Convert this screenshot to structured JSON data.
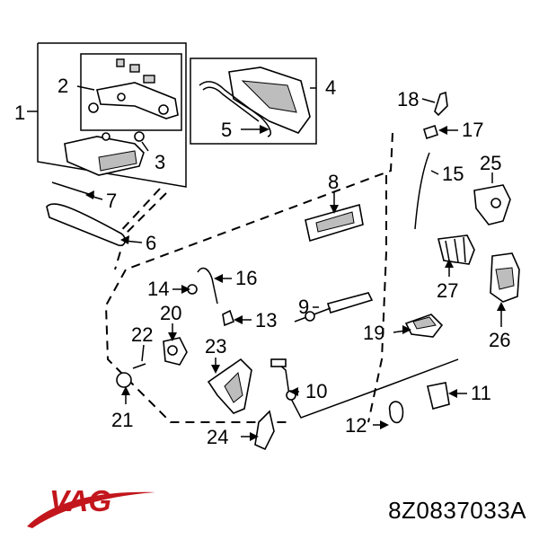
{
  "callouts": [
    {
      "id": "1",
      "label": "1"
    },
    {
      "id": "2",
      "label": "2"
    },
    {
      "id": "3",
      "label": "3"
    },
    {
      "id": "4",
      "label": "4"
    },
    {
      "id": "5",
      "label": "5"
    },
    {
      "id": "6",
      "label": "6"
    },
    {
      "id": "7",
      "label": "7"
    },
    {
      "id": "8",
      "label": "8"
    },
    {
      "id": "9",
      "label": "9"
    },
    {
      "id": "10",
      "label": "10"
    },
    {
      "id": "11",
      "label": "11"
    },
    {
      "id": "12",
      "label": "12"
    },
    {
      "id": "13",
      "label": "13"
    },
    {
      "id": "14",
      "label": "14"
    },
    {
      "id": "15",
      "label": "15"
    },
    {
      "id": "16",
      "label": "16"
    },
    {
      "id": "17",
      "label": "17"
    },
    {
      "id": "18",
      "label": "18"
    },
    {
      "id": "19",
      "label": "19"
    },
    {
      "id": "20",
      "label": "20"
    },
    {
      "id": "21",
      "label": "21"
    },
    {
      "id": "22",
      "label": "22"
    },
    {
      "id": "23",
      "label": "23"
    },
    {
      "id": "24",
      "label": "24"
    },
    {
      "id": "25",
      "label": "25"
    },
    {
      "id": "26",
      "label": "26"
    },
    {
      "id": "27",
      "label": "27"
    }
  ],
  "brand": {
    "name": "VAG",
    "color": "#c2161c"
  },
  "part_number": "8Z0837033A"
}
